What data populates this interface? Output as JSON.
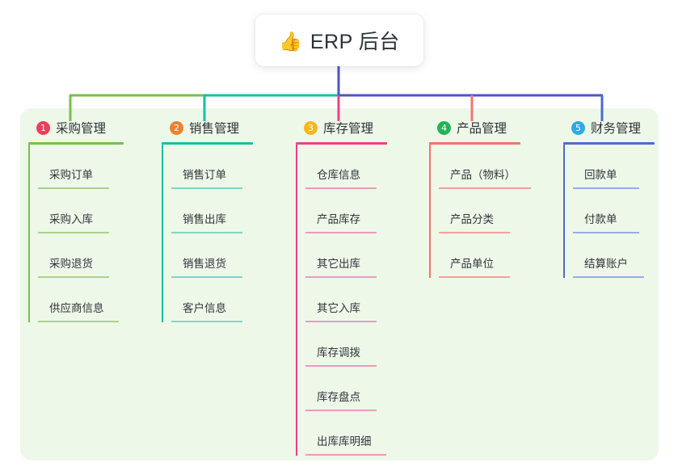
{
  "root": {
    "icon": "thumbs-up-icon",
    "icon_glyph": "👍",
    "title": "ERP 后台"
  },
  "panel": {
    "background": "#eef8e9"
  },
  "connector_colors": {
    "trunk": "#4b55c4",
    "segment_1": "#77c04b",
    "segment_2": "#15bfa5",
    "segment_3": "#4b55c4",
    "drop_1": "#77c04b",
    "drop_2": "#15bfa5",
    "drop_3": "#ec3f8b",
    "drop_4": "#f4736f",
    "drop_5": "#4b6ad0"
  },
  "columns": [
    {
      "index": "1",
      "badge_color": "#e8415a",
      "accent": "#77c04b",
      "leaf_accent": "#a8d48a",
      "title": "采购管理",
      "leaves": [
        {
          "label": "采购订单",
          "rule_width": 88
        },
        {
          "label": "采购入库",
          "rule_width": 88
        },
        {
          "label": "采购退货",
          "rule_width": 88
        },
        {
          "label": "供应商信息",
          "rule_width": 100
        }
      ]
    },
    {
      "index": "2",
      "badge_color": "#f08030",
      "accent": "#15bfa5",
      "leaf_accent": "#7fd5c8",
      "title": "销售管理",
      "leaves": [
        {
          "label": "销售订单",
          "rule_width": 88
        },
        {
          "label": "销售出库",
          "rule_width": 88
        },
        {
          "label": "销售退货",
          "rule_width": 88
        },
        {
          "label": "客户信息",
          "rule_width": 88
        }
      ]
    },
    {
      "index": "3",
      "badge_color": "#f5b721",
      "accent": "#ec3f8b",
      "leaf_accent": "#eb9ac1",
      "title": "库存管理",
      "leaves": [
        {
          "label": "仓库信息",
          "rule_width": 88
        },
        {
          "label": "产品库存",
          "rule_width": 88
        },
        {
          "label": "其它出库",
          "rule_width": 88
        },
        {
          "label": "其它入库",
          "rule_width": 88
        },
        {
          "label": "库存调拨",
          "rule_width": 88
        },
        {
          "label": "库存盘点",
          "rule_width": 88
        },
        {
          "label": "出库库明细",
          "rule_width": 100
        }
      ]
    },
    {
      "index": "4",
      "badge_color": "#24b455",
      "accent": "#f4736f",
      "leaf_accent": "#f5a09c",
      "title": "产品管理",
      "leaves": [
        {
          "label": "产品（物料）",
          "rule_width": 114
        },
        {
          "label": "产品分类",
          "rule_width": 88
        },
        {
          "label": "产品单位",
          "rule_width": 88
        }
      ]
    },
    {
      "index": "5",
      "badge_color": "#2aace2",
      "accent": "#4b6ad0",
      "leaf_accent": "#94aee8",
      "title": "财务管理",
      "leaves": [
        {
          "label": "回款单",
          "rule_width": 82
        },
        {
          "label": "付款单",
          "rule_width": 82
        },
        {
          "label": "结算账户",
          "rule_width": 88
        }
      ]
    }
  ]
}
